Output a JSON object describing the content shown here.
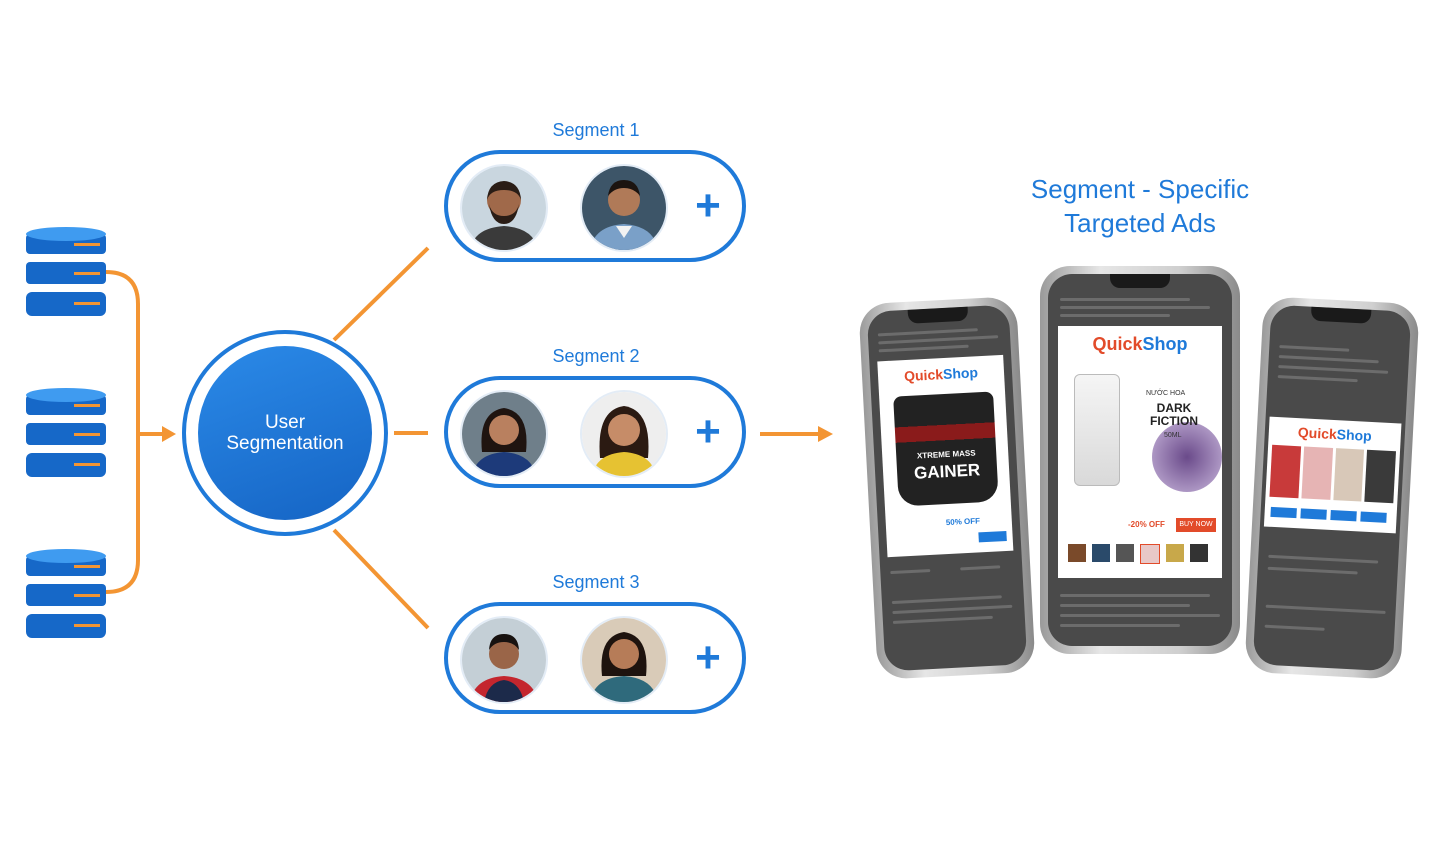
{
  "hub": {
    "line1": "User",
    "line2": "Segmentation"
  },
  "segments": [
    {
      "title": "Segment 1",
      "plus": "+"
    },
    {
      "title": "Segment 2",
      "plus": "+"
    },
    {
      "title": "Segment 3",
      "plus": "+"
    }
  ],
  "ads": {
    "line1": "Segment - Specific",
    "line2": "Targeted Ads"
  },
  "phones": {
    "brand_quick": "Quick",
    "brand_shop": "Shop",
    "left": {
      "product_top": "XTREME MASS",
      "product_main": "GAINER",
      "discount": "50% OFF"
    },
    "center": {
      "tag": "NƯỚC HOA",
      "product_line1": "DARK",
      "product_line2": "FICTION",
      "volume": "50ML",
      "discount": "-20% OFF",
      "buy": "BUY NOW"
    }
  },
  "colors": {
    "accent": "#1f7ad9",
    "connector": "#f39533",
    "brand_red": "#e24b2a"
  }
}
